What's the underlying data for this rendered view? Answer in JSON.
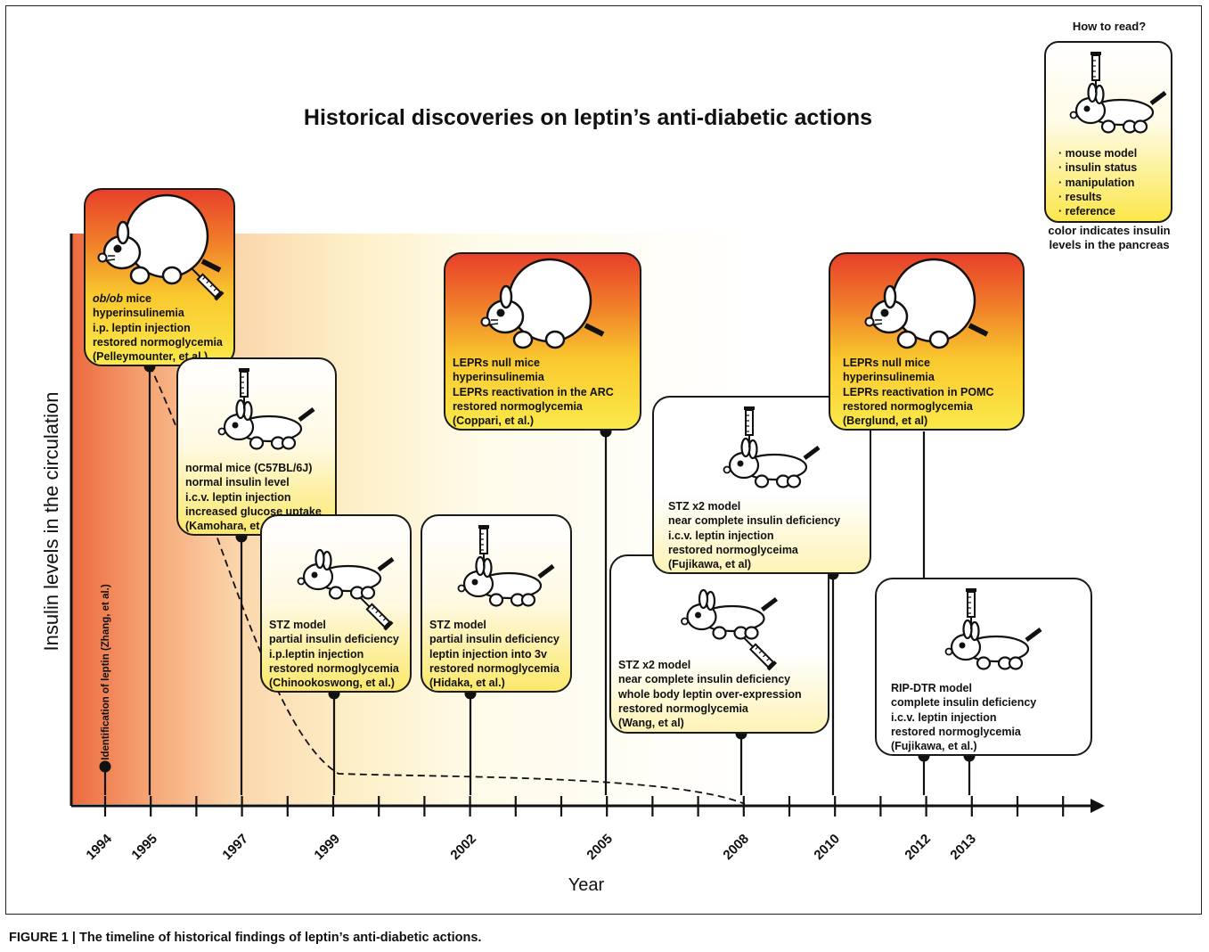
{
  "title": "Historical discoveries on leptin’s anti-diabetic actions",
  "y_axis_label": "Insulin levels in the circulation",
  "x_axis_label": "Year",
  "years": [
    "1994",
    "1995",
    "1997",
    "1999",
    "2002",
    "2005",
    "2008",
    "2010",
    "2012",
    "2013"
  ],
  "leptin_identification": "Identification of leptin (Zhang, et al.)",
  "legend": {
    "heading": "How to read?",
    "items": [
      "mouse model",
      "insulin status",
      "manipulation",
      "results",
      "reference"
    ],
    "note_line1": "color indicates insulin",
    "note_line2": "levels in the pancreas"
  },
  "findings": [
    {
      "year": "1995",
      "model_em": "ob/ob",
      "model_rest": " mice",
      "insulin": "hyperinsulinemia",
      "manipulation": "i.p. leptin injection",
      "result": "restored normoglycemia",
      "reference": "(Pelleymounter, et al.)"
    },
    {
      "year": "1997",
      "model": "normal mice (C57BL/6J)",
      "insulin": "normal insulin level",
      "manipulation": "i.c.v. leptin injection",
      "result": "increased glucose uptake",
      "reference": "(Kamohara, et al.)"
    },
    {
      "year": "1999",
      "model": "STZ model",
      "insulin": "partial insulin deficiency",
      "manipulation": "i.p.leptin injection",
      "result": "restored normoglycemia",
      "reference": "(Chinookoswong, et al.)"
    },
    {
      "year": "2002",
      "model": "STZ model",
      "insulin": "partial insulin deficiency",
      "manipulation": "leptin injection into 3v",
      "result": "restored normoglycemia",
      "reference": "(Hidaka, et al.)"
    },
    {
      "year": "2005",
      "model": "LEPRs null mice",
      "insulin": "hyperinsulinemia",
      "manipulation": "LEPRs reactivation in the ARC",
      "result": "restored normoglycemia",
      "reference": "(Coppari, et al.)"
    },
    {
      "year": "2008",
      "model": "STZ x2 model",
      "insulin": "near complete insulin deficiency",
      "manipulation": "whole body leptin over-expression",
      "result": "restored normoglycemia",
      "reference": "(Wang, et al)"
    },
    {
      "year": "2010",
      "model": "STZ x2 model",
      "insulin": "near complete insulin deficiency",
      "manipulation": "i.c.v. leptin injection",
      "result": "restored normoglyceima",
      "reference": "(Fujikawa, et al)"
    },
    {
      "year": "2012",
      "model": "LEPRs null mice",
      "insulin": "hyperinsulinemia",
      "manipulation": "LEPRs reactivation in POMC",
      "result": "restored normoglycemia",
      "reference": "(Berglund, et al)"
    },
    {
      "year": "2013",
      "model": "RIP-DTR model",
      "insulin": "complete insulin deficiency",
      "manipulation": "i.c.v. leptin injection",
      "result": "restored normoglycemia",
      "reference": "(Fujikawa, et al.)"
    }
  ],
  "caption": "FIGURE 1 | The timeline of historical findings of leptin’s anti-diabetic actions."
}
